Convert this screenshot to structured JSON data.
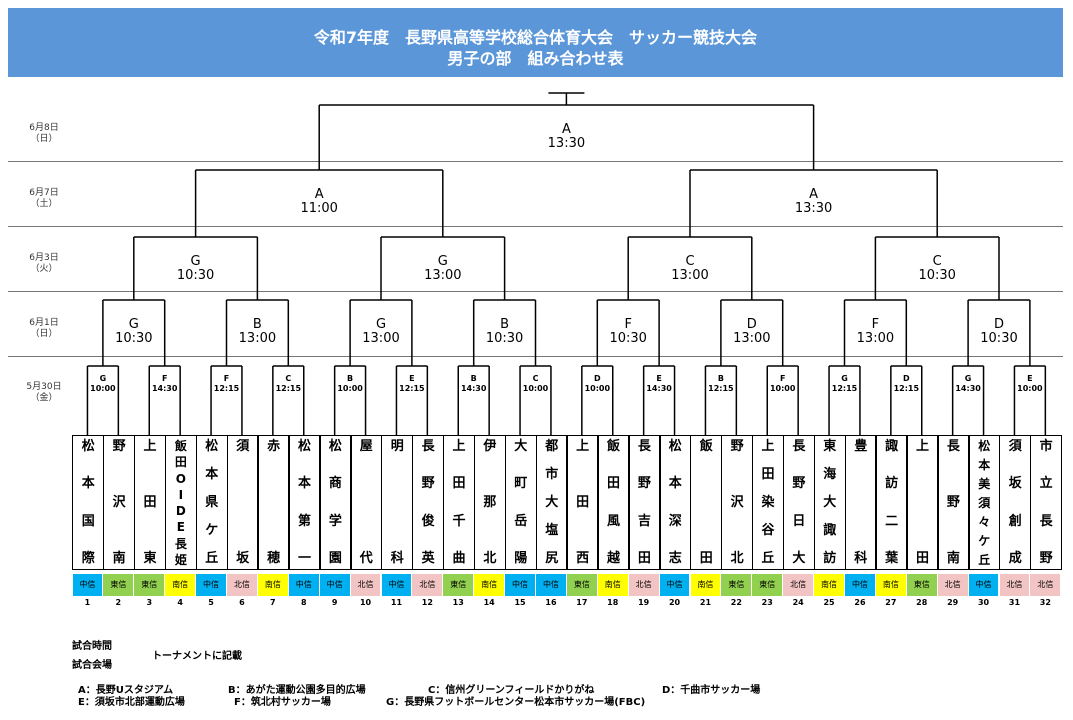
{
  "header": {
    "line1": "令和7年度　長野県高等学校総合体育大会　サッカー競技大会",
    "line2": "男子の部　組み合わせ表"
  },
  "dates": [
    {
      "date": "6月8日",
      "day": "（日）"
    },
    {
      "date": "6月7日",
      "day": "（土）"
    },
    {
      "date": "6月3日",
      "day": "（火）"
    },
    {
      "date": "6月1日",
      "day": "（日）"
    },
    {
      "date": "5月30日",
      "day": "（金）"
    }
  ],
  "final": {
    "venue": "A",
    "time": "13:30"
  },
  "semis": [
    {
      "venue": "A",
      "time": "11:00"
    },
    {
      "venue": "A",
      "time": "13:30"
    }
  ],
  "quarters": [
    {
      "venue": "G",
      "time": "10:30"
    },
    {
      "venue": "G",
      "time": "13:00"
    },
    {
      "venue": "C",
      "time": "13:00"
    },
    {
      "venue": "C",
      "time": "10:30"
    }
  ],
  "round16": [
    {
      "venue": "G",
      "time": "10:30"
    },
    {
      "venue": "B",
      "time": "13:00"
    },
    {
      "venue": "G",
      "time": "13:00"
    },
    {
      "venue": "B",
      "time": "10:30"
    },
    {
      "venue": "F",
      "time": "10:30"
    },
    {
      "venue": "D",
      "time": "13:00"
    },
    {
      "venue": "F",
      "time": "13:00"
    },
    {
      "venue": "D",
      "time": "10:30"
    }
  ],
  "round32": [
    {
      "venue": "G",
      "time": "10:00"
    },
    {
      "venue": "F",
      "time": "14:30"
    },
    {
      "venue": "F",
      "time": "12:15"
    },
    {
      "venue": "C",
      "time": "12:15"
    },
    {
      "venue": "B",
      "time": "10:00"
    },
    {
      "venue": "E",
      "time": "12:15"
    },
    {
      "venue": "B",
      "time": "14:30"
    },
    {
      "venue": "C",
      "time": "10:00"
    },
    {
      "venue": "D",
      "time": "10:00"
    },
    {
      "venue": "E",
      "time": "14:30"
    },
    {
      "venue": "B",
      "time": "12:15"
    },
    {
      "venue": "F",
      "time": "10:00"
    },
    {
      "venue": "G",
      "time": "12:15"
    },
    {
      "venue": "D",
      "time": "12:15"
    },
    {
      "venue": "G",
      "time": "14:30"
    },
    {
      "venue": "E",
      "time": "10:00"
    }
  ],
  "teams": [
    {
      "num": "1",
      "chars": [
        "松",
        "本",
        "国",
        "際"
      ],
      "region": "中信"
    },
    {
      "num": "2",
      "chars": [
        "野",
        "沢",
        "南"
      ],
      "region": "東信"
    },
    {
      "num": "3",
      "chars": [
        "上",
        "田",
        "東"
      ],
      "region": "東信"
    },
    {
      "num": "4",
      "chars": [
        "飯",
        "田",
        "O",
        "I",
        "D",
        "E",
        "長",
        "姫"
      ],
      "region": "南信"
    },
    {
      "num": "5",
      "chars": [
        "松",
        "本",
        "県",
        "ケ",
        "丘"
      ],
      "region": "中信"
    },
    {
      "num": "6",
      "chars": [
        "須",
        "坂"
      ],
      "region": "北信"
    },
    {
      "num": "7",
      "chars": [
        "赤",
        "穂"
      ],
      "region": "南信"
    },
    {
      "num": "8",
      "chars": [
        "松",
        "本",
        "第",
        "一"
      ],
      "region": "中信"
    },
    {
      "num": "9",
      "chars": [
        "松",
        "商",
        "学",
        "園"
      ],
      "region": "中信"
    },
    {
      "num": "10",
      "chars": [
        "屋",
        "代"
      ],
      "region": "北信"
    },
    {
      "num": "11",
      "chars": [
        "明",
        "科"
      ],
      "region": "中信"
    },
    {
      "num": "12",
      "chars": [
        "長",
        "野",
        "俊",
        "英"
      ],
      "region": "北信"
    },
    {
      "num": "13",
      "chars": [
        "上",
        "田",
        "千",
        "曲"
      ],
      "region": "東信"
    },
    {
      "num": "14",
      "chars": [
        "伊",
        "那",
        "北"
      ],
      "region": "南信"
    },
    {
      "num": "15",
      "chars": [
        "大",
        "町",
        "岳",
        "陽"
      ],
      "region": "中信"
    },
    {
      "num": "16",
      "chars": [
        "都",
        "市",
        "大",
        "塩",
        "尻"
      ],
      "region": "中信"
    },
    {
      "num": "17",
      "chars": [
        "上",
        "田",
        "西"
      ],
      "region": "東信"
    },
    {
      "num": "18",
      "chars": [
        "飯",
        "田",
        "風",
        "越"
      ],
      "region": "南信"
    },
    {
      "num": "19",
      "chars": [
        "長",
        "野",
        "吉",
        "田"
      ],
      "region": "北信"
    },
    {
      "num": "20",
      "chars": [
        "松",
        "本",
        "深",
        "志"
      ],
      "region": "中信"
    },
    {
      "num": "21",
      "chars": [
        "飯",
        "田"
      ],
      "region": "南信"
    },
    {
      "num": "22",
      "chars": [
        "野",
        "沢",
        "北"
      ],
      "region": "東信"
    },
    {
      "num": "23",
      "chars": [
        "上",
        "田",
        "染",
        "谷",
        "丘"
      ],
      "region": "東信"
    },
    {
      "num": "24",
      "chars": [
        "長",
        "野",
        "日",
        "大"
      ],
      "region": "北信"
    },
    {
      "num": "25",
      "chars": [
        "東",
        "海",
        "大",
        "諏",
        "訪"
      ],
      "region": "南信"
    },
    {
      "num": "26",
      "chars": [
        "豊",
        "科"
      ],
      "region": "中信"
    },
    {
      "num": "27",
      "chars": [
        "諏",
        "訪",
        "二",
        "葉"
      ],
      "region": "南信"
    },
    {
      "num": "28",
      "chars": [
        "上",
        "田"
      ],
      "region": "東信"
    },
    {
      "num": "29",
      "chars": [
        "長",
        "野",
        "南"
      ],
      "region": "北信"
    },
    {
      "num": "30",
      "chars": [
        "松",
        "本",
        "美",
        "須",
        "々",
        "ケ",
        "丘"
      ],
      "region": "中信"
    },
    {
      "num": "31",
      "chars": [
        "須",
        "坂",
        "創",
        "成"
      ],
      "region": "北信"
    },
    {
      "num": "32",
      "chars": [
        "市",
        "立",
        "長",
        "野"
      ],
      "region": "北信"
    }
  ],
  "region_colors": {
    "中信": "#00b0f0",
    "東信": "#92d050",
    "南信": "#ffff00",
    "北信": "#f2c4c4"
  },
  "footer": {
    "time_label": "試合時間",
    "venue_label": "試合会場",
    "note": "トーナメントに記載",
    "venues": [
      "A：長野Uスタジアム",
      "B：あがた運動公園多目的広場",
      "C：信州グリーンフィールドかりがね",
      "D：千曲市サッカー場",
      "E：須坂市北部運動広場",
      "F：筑北村サッカー場",
      "G：長野県フットボールセンター松本市サッカー場(FBC)"
    ]
  }
}
